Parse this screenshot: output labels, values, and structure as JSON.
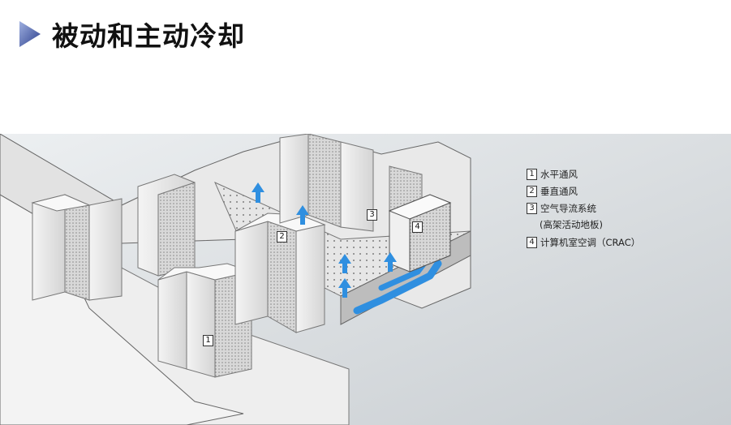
{
  "title": "被动和主动冷却",
  "legend": [
    {
      "num": "1",
      "label": "水平通风"
    },
    {
      "num": "2",
      "label": "垂直通风"
    },
    {
      "num": "3",
      "label": "空气导流系统",
      "sublabel": "(高架活动地板)"
    },
    {
      "num": "4",
      "label": "计算机室空调（CRAC）"
    }
  ],
  "callouts": [
    "1",
    "2",
    "3",
    "4"
  ],
  "colors": {
    "airflow": "#2f8fe0",
    "background": "#d9dde0",
    "title_arrow": "#3a4fa0"
  }
}
